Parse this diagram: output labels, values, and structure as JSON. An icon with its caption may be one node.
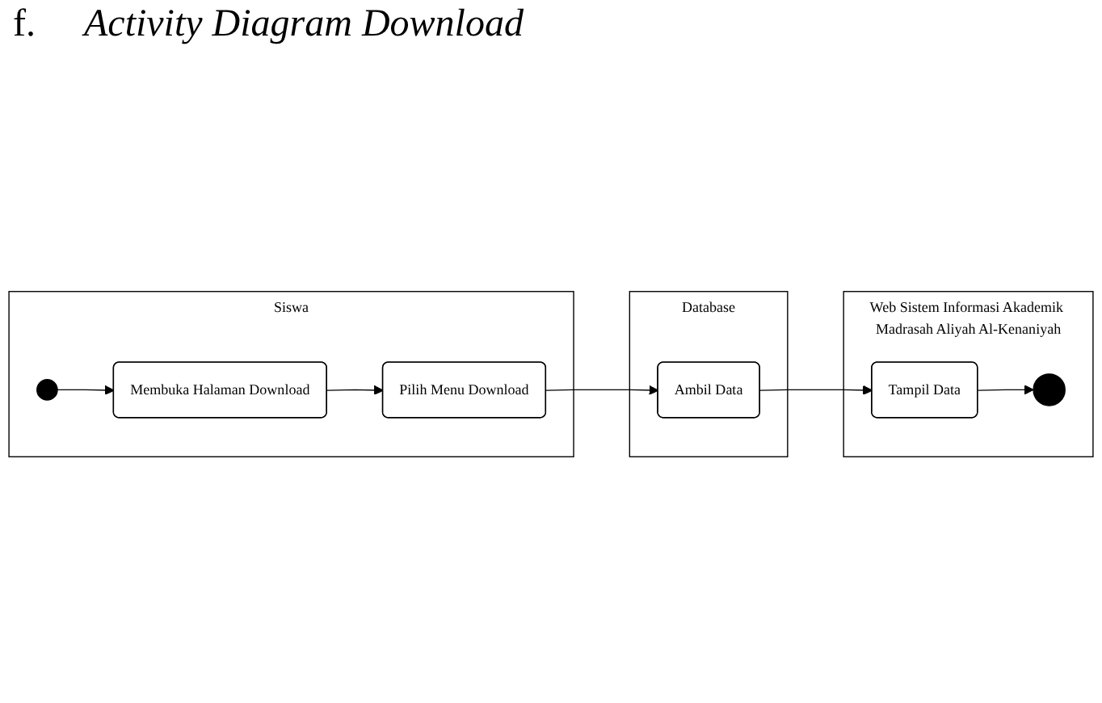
{
  "diagram": {
    "title": "Activity Diagram Download",
    "nodes": [
      {
        "text": [
          "Siswa"
        ]
      },
      {
        "text": [
          "Web Sistem Informasi Akademik Madrasah Aliyah Al-Kenaniyah"
        ]
      },
      {
        "text": [
          "Database"
        ]
      },
      {
        "text": [],
        "shape": "circle",
        "in": 0
      },
      {
        "text": [
          "Membuka Halaman Download"
        ],
        "in": 0
      },
      {
        "text": [
          "Pilih Menu Download"
        ],
        "in": 0
      },
      {
        "text": [
          "Ambil Data"
        ],
        "in": 2
      },
      {
        "text": [
          "Tampil Data"
        ],
        "in": 1
      },
      {
        "text": [],
        "shape": "circle",
        "in": 1
      }
    ],
    "edges": [
      {
        "from": 3,
        "to": 4,
        "arrow": "to"
      },
      {
        "from": 4,
        "to": 5,
        "arrow": "to"
      },
      {
        "from": 5,
        "to": 6,
        "arrow": "to"
      },
      {
        "from": 6,
        "to": 7,
        "arrow": "to"
      },
      {
        "from": 7,
        "to": 8,
        "arrow": "to"
      }
    ],
    "labels": [
      "f."
    ]
  }
}
